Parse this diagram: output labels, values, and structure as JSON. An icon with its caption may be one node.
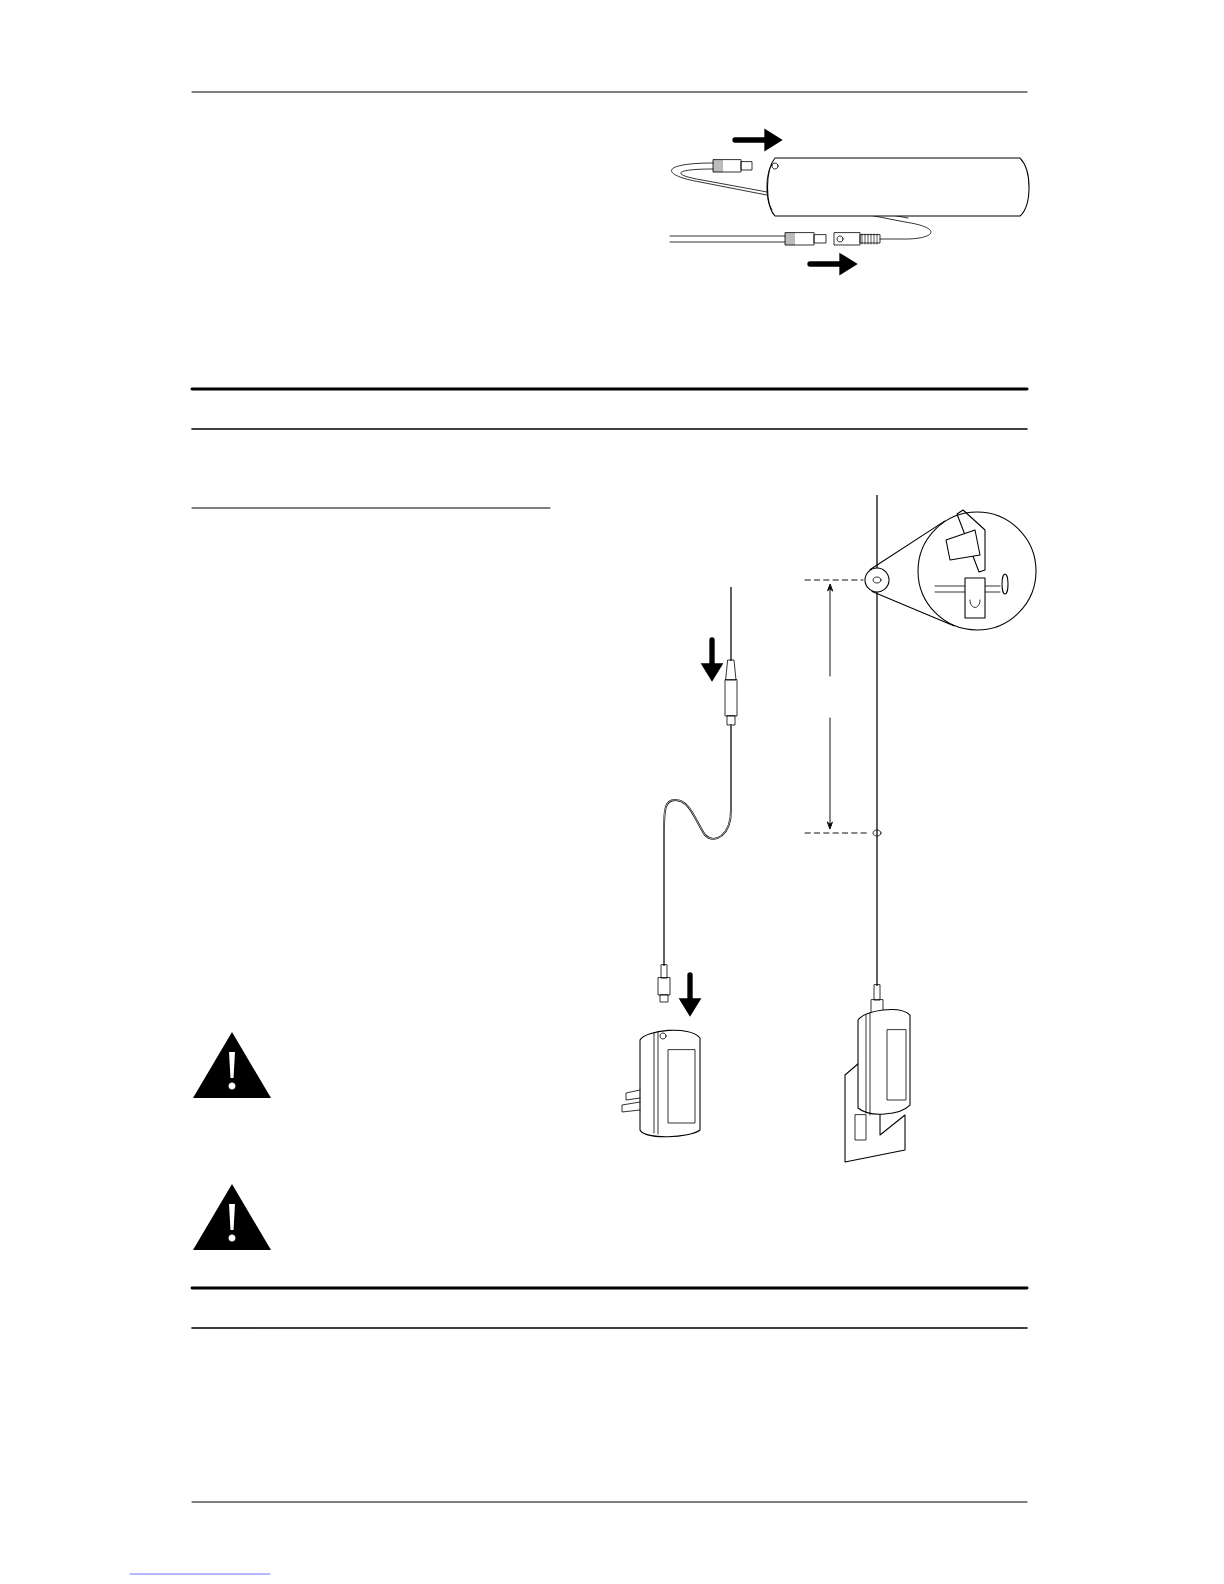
{
  "diagram": {
    "nodes": [
      {
        "text": [],
        "shape": "circle"
      },
      {
        "text": [],
        "shape": "circle"
      }
    ],
    "edges": [
      {
        "from": 0,
        "to": 1,
        "arrow": "none"
      },
      {
        "from": 0,
        "to": 1,
        "arrow": "none"
      }
    ]
  }
}
